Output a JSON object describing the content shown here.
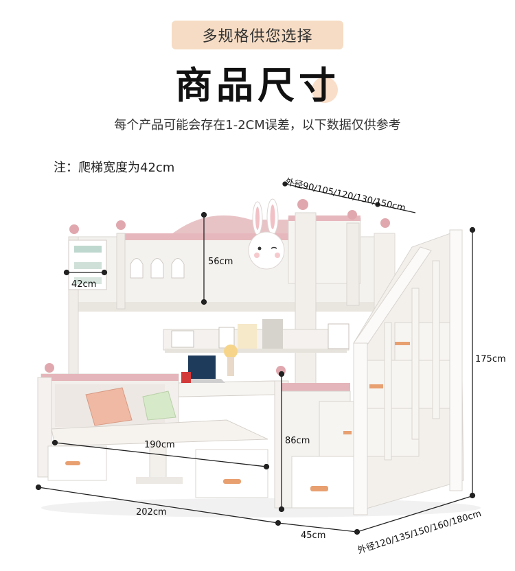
{
  "header": {
    "tag_label": "多规格供您选择",
    "title": "商品尺寸",
    "subtitle": "每个产品可能会存在1-2CM误差，以下数据仅供参考"
  },
  "note": "注：爬梯宽度为42cm",
  "dimensions": {
    "outer_top": "外径90/105/120/130/150cm",
    "height_rail": "56cm",
    "book_width": "42cm",
    "total_height": "175cm",
    "seat_length": "190cm",
    "lower_height": "86cm",
    "total_length": "202cm",
    "depth": "45cm",
    "outer_bottom": "外径120/135/150/160/180cm"
  },
  "colors": {
    "accent_pink": "#e2aab0",
    "tag_bg": "#f6dcc4",
    "wood_white": "#f3f1ee",
    "drawer_handle": "#e8a070"
  }
}
